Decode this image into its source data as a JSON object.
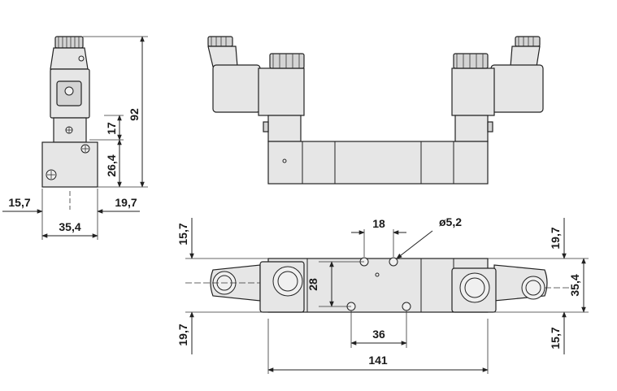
{
  "dimensions": {
    "side_height_total": "92",
    "side_height_upper": "17",
    "side_height_lower": "26,4",
    "side_left_offset": "15,7",
    "side_right_offset": "19,7",
    "side_width": "35,4",
    "top_pitch_horizontal": "18",
    "top_hole_diameter": "ø5,2",
    "top_pitch_vertical": "28",
    "top_pitch_bottom": "36",
    "top_length_total": "141",
    "top_left_upper": "15,7",
    "top_left_lower": "19,7",
    "top_right_upper": "19,7",
    "top_right_width": "35,4",
    "top_right_lower": "15,7"
  }
}
